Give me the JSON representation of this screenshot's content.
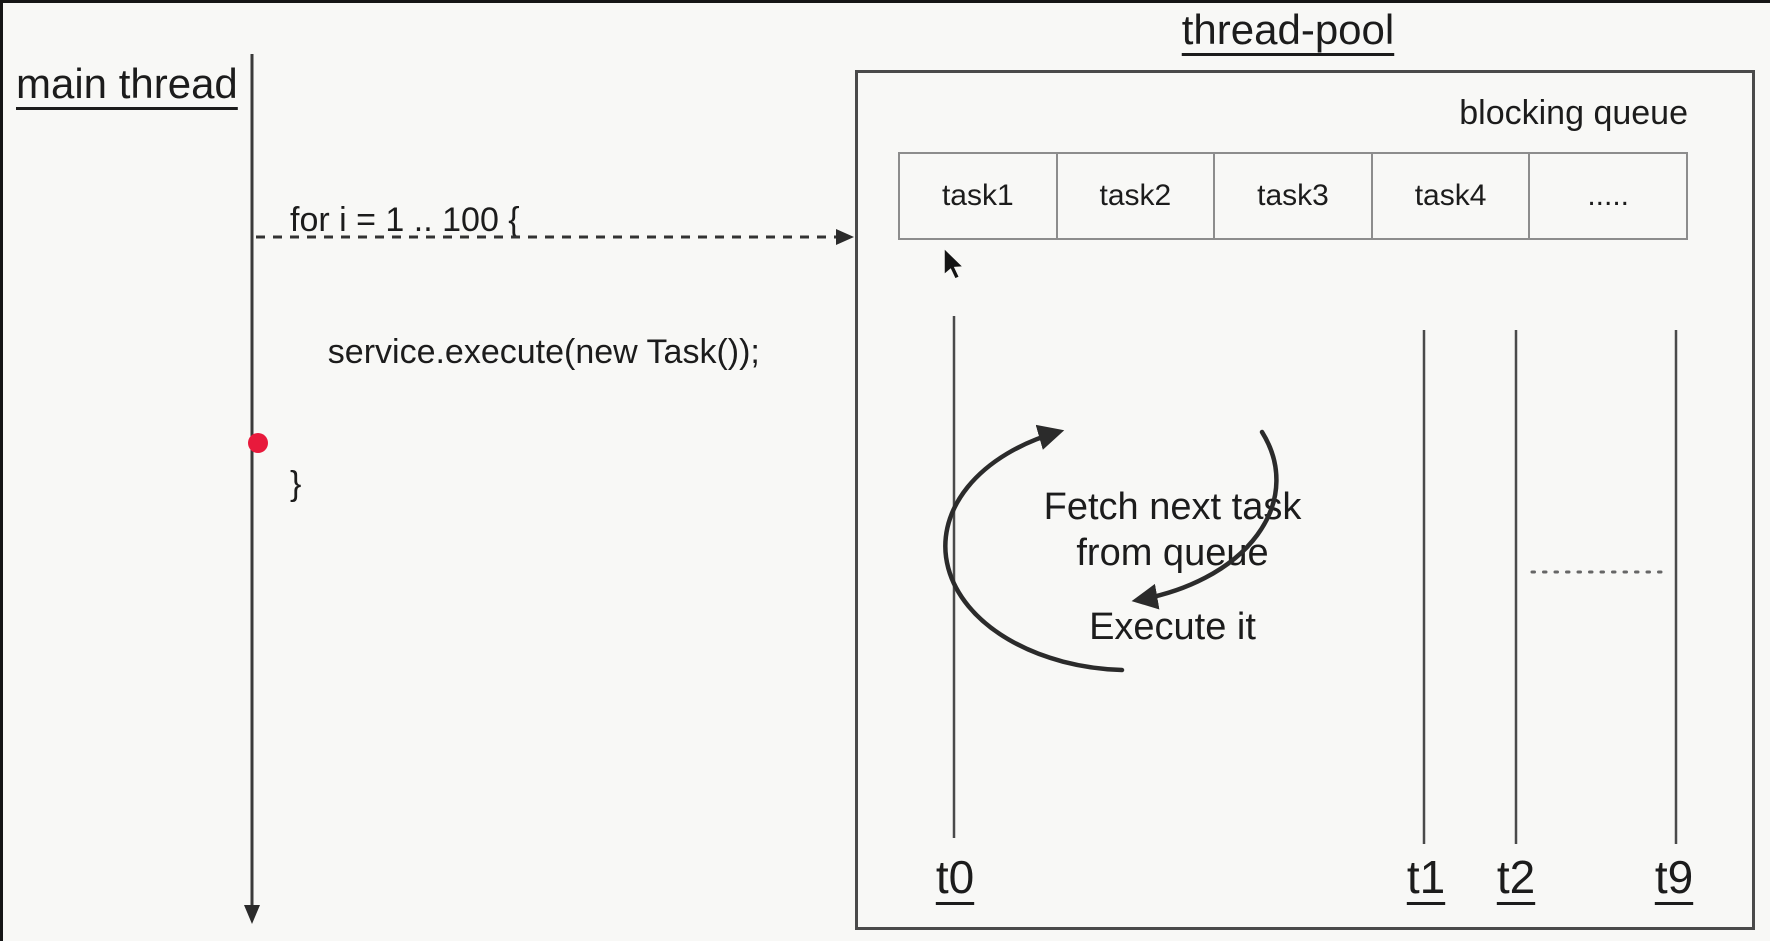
{
  "main_thread": {
    "label": "main thread",
    "code": [
      "for i = 1 .. 100 {",
      "    service.execute(new Task());",
      "}"
    ]
  },
  "thread_pool": {
    "title": "thread-pool",
    "queue": {
      "label": "blocking queue",
      "cells": [
        "task1",
        "task2",
        "task3",
        "task4",
        "....."
      ]
    },
    "loop": {
      "line1": "Fetch next task",
      "line2": "from queue",
      "line3": "Execute it"
    },
    "threads": [
      "t0",
      "t1",
      "t2",
      "t9"
    ]
  },
  "icons": {
    "cursor": "mouse-pointer"
  },
  "colors": {
    "background": "#f8f8f6",
    "ink": "#1c1c1c",
    "box_border": "#4a4a4a",
    "cell_border": "#8d8d8d",
    "thread_line": "#4a4a4a",
    "arc": "#2b2b2b",
    "red_dot": "#e81a3c"
  }
}
